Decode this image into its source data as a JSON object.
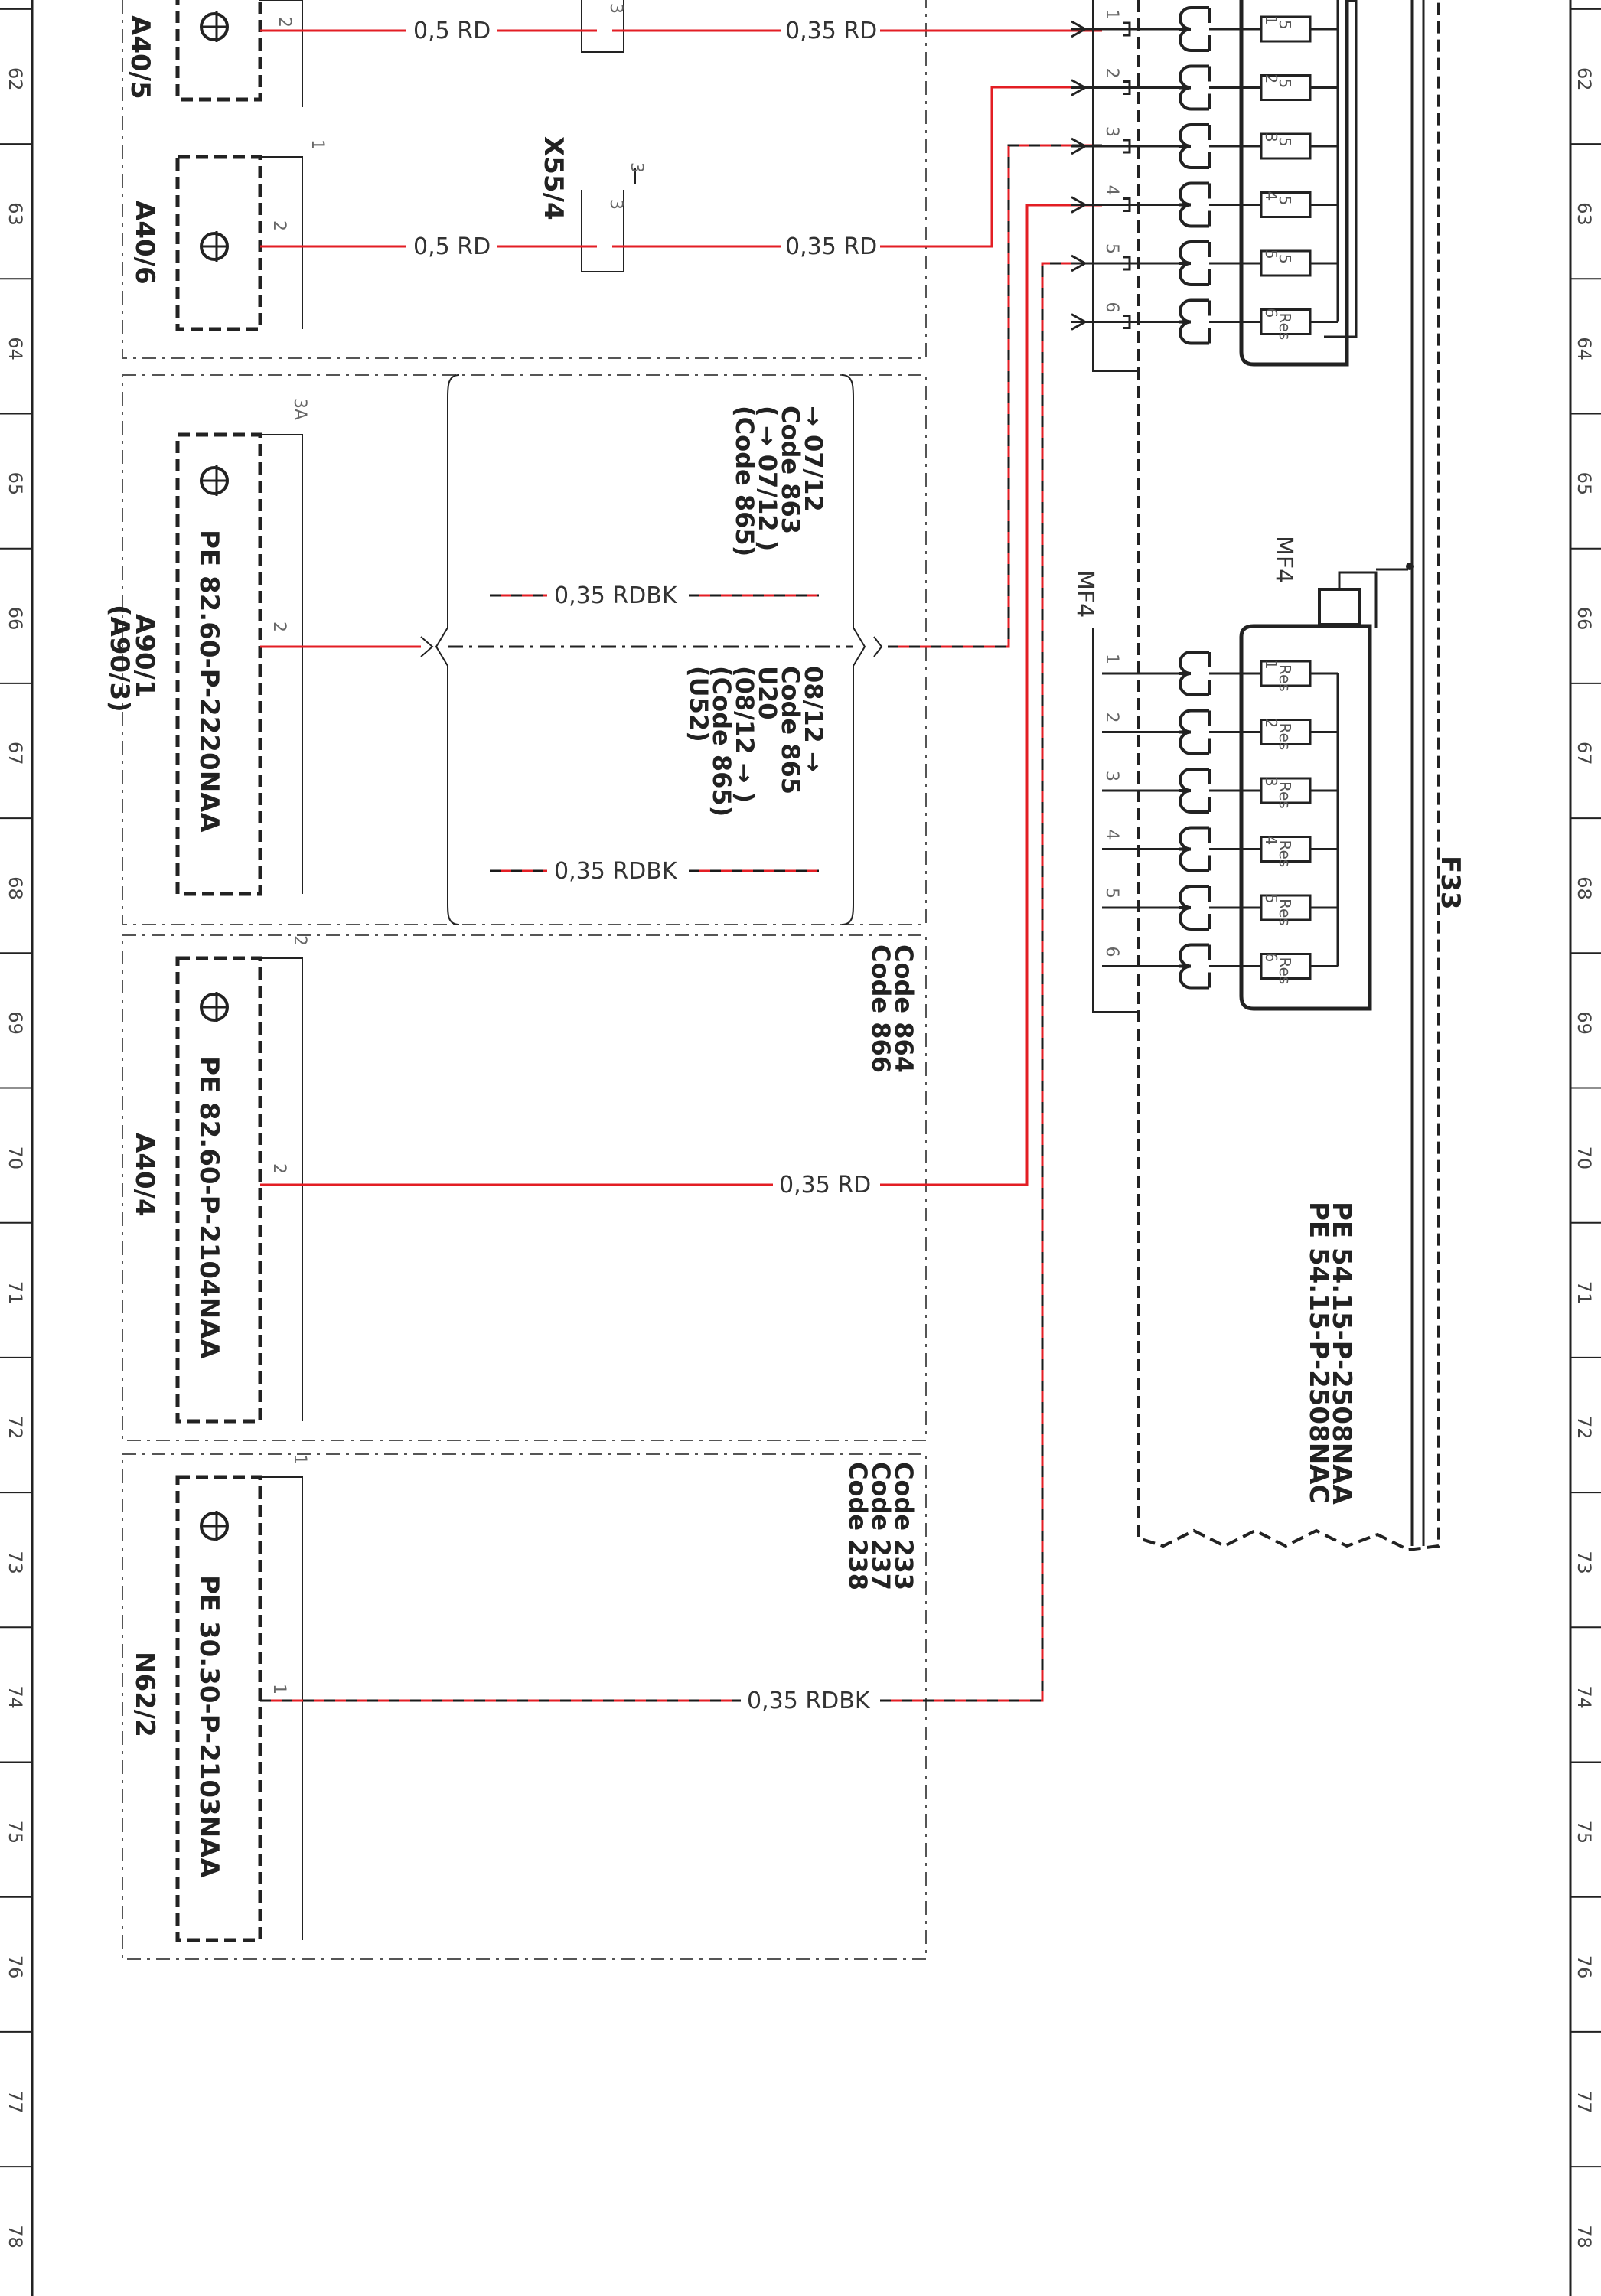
{
  "grid": {
    "labels": [
      "62",
      "63",
      "64",
      "65",
      "66",
      "67",
      "68",
      "69",
      "70",
      "71",
      "72",
      "73",
      "74",
      "75",
      "76",
      "77",
      "78"
    ]
  },
  "components": {
    "a40_5": {
      "designation": "A40/5",
      "pin_top": "2"
    },
    "a40_6": {
      "designation": "A40/6",
      "pin_top": "1",
      "pin": "2"
    },
    "x55_4": {
      "designation": "X55/4",
      "pin_top": "3",
      "pin": "3"
    },
    "x55_3": {
      "pin": "3"
    },
    "a90_1": {
      "designation": "A90/1",
      "alt_designation": "(A90/3)",
      "pe_ref": "PE 82.60-P-2220NAA",
      "pin_top": "3A",
      "pin": "2"
    },
    "a40_4": {
      "designation": "A40/4",
      "pe_ref": "PE 82.60-P-2104NAA",
      "pin_top": "2",
      "pin": "2"
    },
    "n62_2": {
      "designation": "N62/2",
      "pe_ref": "PE 30.30-P-2103NAA",
      "pin_top": "1",
      "pin": "1"
    },
    "f33": {
      "designation": "F33",
      "pe_ref_1": "PE 54.15-P-2508NAA",
      "pe_ref_2": "PE 54.15-P-2508NAC",
      "mf4": "MF4",
      "mf4_conn": "MF4",
      "upper_pins": [
        "1",
        "2",
        "3",
        "4",
        "5",
        "6"
      ],
      "upper_fuses": [
        {
          "num": "1",
          "value": "5"
        },
        {
          "num": "2",
          "value": "5"
        },
        {
          "num": "3",
          "value": "5"
        },
        {
          "num": "4",
          "value": "5"
        },
        {
          "num": "5",
          "value": "5"
        },
        {
          "num": "6",
          "value": "Res"
        }
      ],
      "lower_pins": [
        "1",
        "2",
        "3",
        "4",
        "5",
        "6"
      ],
      "lower_fuses": [
        {
          "num": "1",
          "value": "Res"
        },
        {
          "num": "2",
          "value": "Res"
        },
        {
          "num": "3",
          "value": "Res"
        },
        {
          "num": "4",
          "value": "Res"
        },
        {
          "num": "5",
          "value": "Res"
        },
        {
          "num": "6",
          "value": "Res"
        }
      ]
    }
  },
  "wires": {
    "w1_left": "0,5 RD",
    "w1_right": "0,35 RD",
    "w2_left": "0,5 RD",
    "w2_right": "0,35 RD",
    "w3_top": "0,35 RDBK",
    "w3_bottom": "0,35 RDBK",
    "w4": "0,35 RD",
    "w5": "0,35 RDBK"
  },
  "codes": {
    "variant_a": [
      "→ 07/12",
      "Code 863",
      "( → 07/12 )",
      "(Code 865)"
    ],
    "variant_b": [
      "08/12 →",
      "Code 865",
      "U20",
      "(08/12 → )",
      "(Code 865)",
      "(U52)"
    ],
    "a40_4_codes": [
      "Code 864",
      "Code 866"
    ],
    "n62_2_codes": [
      "Code 233",
      "Code 237",
      "Code 238"
    ]
  },
  "colors": {
    "wire_red": "#e31e24",
    "wire_black": "#1a1a1a",
    "line": "#222222",
    "box": "#555555"
  }
}
